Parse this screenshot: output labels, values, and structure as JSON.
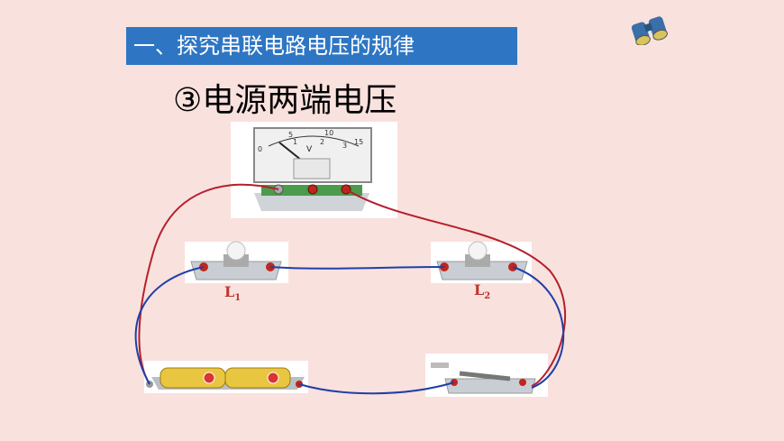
{
  "header": {
    "title": "一、探究串联电路电压的规律"
  },
  "subtitle": "③电源两端电压",
  "voltmeter": {
    "unit": "V",
    "scale_top": [
      "5",
      "10",
      "15"
    ],
    "scale_bottom": [
      "1",
      "2",
      "3"
    ],
    "scale_zero": "0"
  },
  "lamps": [
    {
      "label": "L",
      "sub": "1"
    },
    {
      "label": "L",
      "sub": "2"
    }
  ],
  "colors": {
    "banner": "#2e76c4",
    "background": "#f9e1de",
    "wire_red": "#b51f2a",
    "wire_blue": "#1f3fa8"
  },
  "icons": [
    "binoculars-icon"
  ]
}
